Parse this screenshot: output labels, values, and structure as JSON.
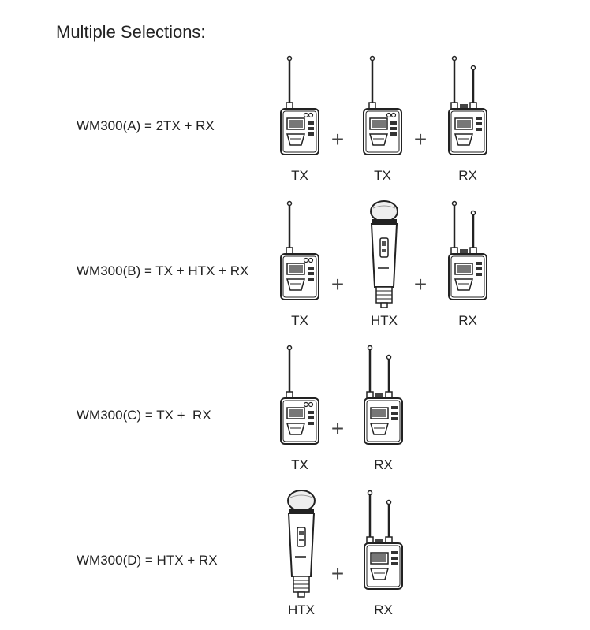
{
  "page": {
    "title": "Multiple Selections:"
  },
  "rows": [
    {
      "formula": "WM300(A) = 2TX + RX",
      "devices": [
        {
          "type": "tx",
          "label": "TX",
          "icon": "bodypack-transmitter-icon"
        },
        {
          "type": "tx",
          "label": "TX",
          "icon": "bodypack-transmitter-icon"
        },
        {
          "type": "rx",
          "label": "RX",
          "icon": "receiver-icon"
        }
      ],
      "plus": [
        "+",
        "+"
      ]
    },
    {
      "formula": "WM300(B) = TX + HTX + RX",
      "devices": [
        {
          "type": "tx",
          "label": "TX",
          "icon": "bodypack-transmitter-icon"
        },
        {
          "type": "htx",
          "label": "HTX",
          "icon": "handheld-microphone-icon"
        },
        {
          "type": "rx",
          "label": "RX",
          "icon": "receiver-icon"
        }
      ],
      "plus": [
        "+",
        "+"
      ]
    },
    {
      "formula": "WM300(C) = TX +  RX",
      "devices": [
        {
          "type": "tx",
          "label": "TX",
          "icon": "bodypack-transmitter-icon"
        },
        {
          "type": "rx",
          "label": "RX",
          "icon": "receiver-icon"
        }
      ],
      "plus": [
        "+"
      ]
    },
    {
      "formula": "WM300(D) = HTX + RX",
      "devices": [
        {
          "type": "htx",
          "label": "HTX",
          "icon": "handheld-microphone-icon"
        },
        {
          "type": "rx",
          "label": "RX",
          "icon": "receiver-icon"
        }
      ],
      "plus": [
        "+"
      ]
    }
  ]
}
